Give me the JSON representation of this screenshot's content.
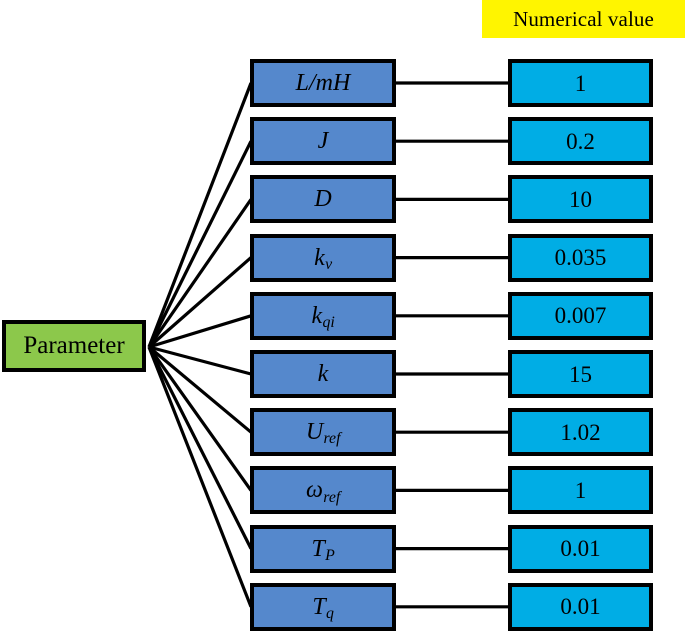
{
  "header": {
    "banner_label": "Numerical value",
    "banner_color": "#FFF500"
  },
  "root": {
    "label": "Parameter",
    "color": "#8CC84B"
  },
  "colors": {
    "name_box": "#5588CC",
    "value_box": "#00ADE5",
    "border": "#000000",
    "background": "#FFFFFF"
  },
  "diagram": {
    "type": "tree-table",
    "rows": [
      {
        "name_base": "L/mH",
        "name_sub": "",
        "value": "1"
      },
      {
        "name_base": "J",
        "name_sub": "",
        "value": "0.2"
      },
      {
        "name_base": "D",
        "name_sub": "",
        "value": "10"
      },
      {
        "name_base": "k",
        "name_sub": "v",
        "value": "0.035"
      },
      {
        "name_base": "k",
        "name_sub": "qi",
        "value": "0.007"
      },
      {
        "name_base": "k",
        "name_sub": "",
        "value": "15"
      },
      {
        "name_base": "U",
        "name_sub": "ref",
        "value": "1.02"
      },
      {
        "name_base": "ω",
        "name_sub": "ref",
        "value": "1"
      },
      {
        "name_base": "T",
        "name_sub": "P",
        "value": "0.01"
      },
      {
        "name_base": "T",
        "name_sub": "q",
        "value": "0.01"
      }
    ]
  }
}
